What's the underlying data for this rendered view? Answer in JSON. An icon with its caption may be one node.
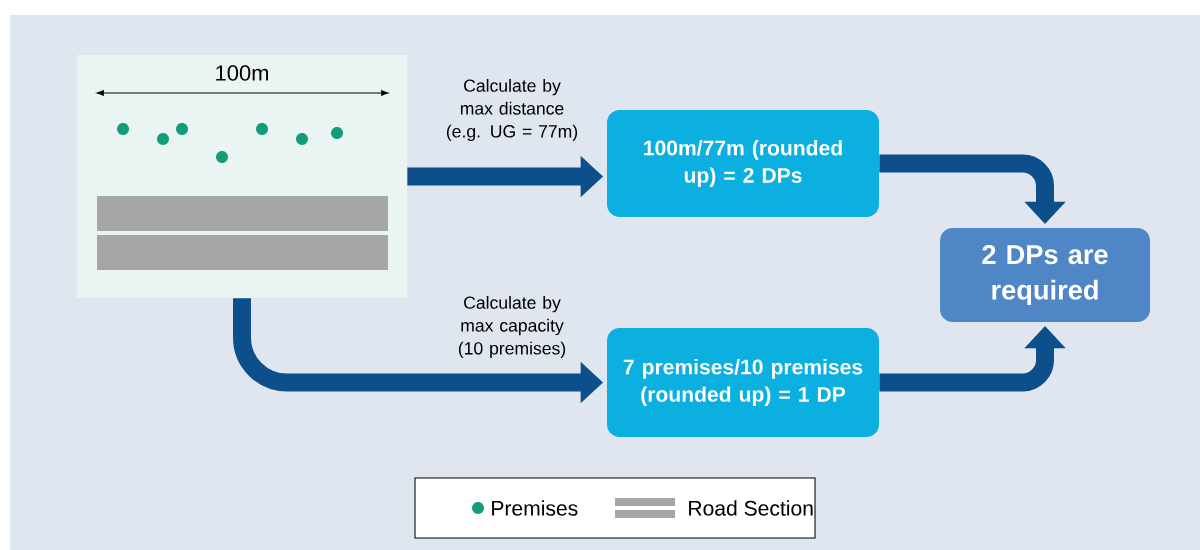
{
  "diagram": {
    "nodes": [
      {
        "text": [],
        "shape": "box"
      },
      {
        "text": [
          "100m/77m (rounded up) = 2 DPs"
        ]
      },
      {
        "text": [
          "7 premises/10 premises (rounded up) = 1 DP"
        ]
      },
      {
        "text": [
          "2 DPs are required"
        ]
      }
    ],
    "edges": [
      {
        "from": 0,
        "to": 1,
        "arrow": "to",
        "label": "Calculate by max distance (e.g. UG = 77m)"
      },
      {
        "from": 0,
        "to": 2,
        "arrow": "to",
        "label": "Calculate by max capacity (10 premises)"
      },
      {
        "from": 1,
        "to": 3,
        "arrow": "to"
      },
      {
        "from": 2,
        "to": 3,
        "arrow": "to"
      }
    ],
    "labels": [
      "100m"
    ],
    "legend": [
      {
        "text": "Premises"
      },
      {
        "text": "Road Section"
      }
    ]
  }
}
